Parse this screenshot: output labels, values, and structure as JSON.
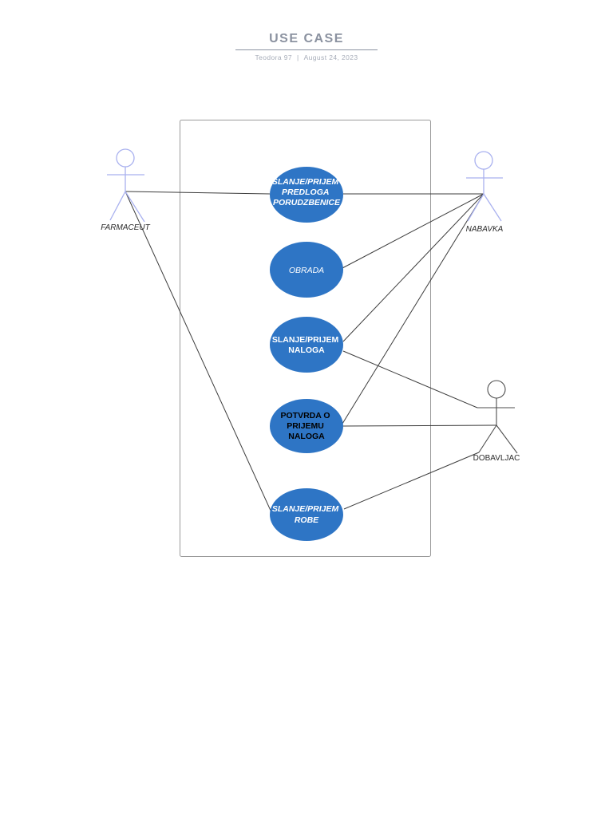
{
  "header": {
    "title": "USE CASE",
    "author": "Teodora 97",
    "separator": "|",
    "date": "August 24, 2023"
  },
  "diagram": {
    "actors": [
      {
        "id": "farmaceut",
        "label": "FARMACEUT"
      },
      {
        "id": "nabavka",
        "label": "NABAVKA"
      },
      {
        "id": "dobavljac",
        "label": "DOBAVLJAC"
      }
    ],
    "usecases": [
      {
        "id": "uc1",
        "lines": [
          "SLANJE/PRIJEM",
          "PREDLOGA",
          "PORUDZBENICE"
        ]
      },
      {
        "id": "uc2",
        "lines": [
          "OBRADA"
        ]
      },
      {
        "id": "uc3",
        "lines": [
          "SLANJE/PRIJEM",
          "NALOGA"
        ]
      },
      {
        "id": "uc4",
        "lines": [
          "POTVRDA O",
          "PRIJEMU",
          "NALOGA"
        ]
      },
      {
        "id": "uc5",
        "lines": [
          "SLANJE/PRIJEM",
          "ROBE"
        ]
      }
    ],
    "associations": [
      {
        "from": "FARMACEUT",
        "to": "SLANJE/PRIJEM PREDLOGA PORUDZBENICE"
      },
      {
        "from": "FARMACEUT",
        "to": "SLANJE/PRIJEM ROBE"
      },
      {
        "from": "NABAVKA",
        "to": "SLANJE/PRIJEM PREDLOGA PORUDZBENICE"
      },
      {
        "from": "NABAVKA",
        "to": "OBRADA"
      },
      {
        "from": "NABAVKA",
        "to": "SLANJE/PRIJEM NALOGA"
      },
      {
        "from": "NABAVKA",
        "to": "POTVRDA O PRIJEMU NALOGA"
      },
      {
        "from": "DOBAVLJAC",
        "to": "SLANJE/PRIJEM NALOGA"
      },
      {
        "from": "DOBAVLJAC",
        "to": "POTVRDA O PRIJEMU NALOGA"
      },
      {
        "from": "DOBAVLJAC",
        "to": "SLANJE/PRIJEM ROBE"
      }
    ]
  },
  "colors": {
    "ellipse-fill": "#2e75c5",
    "actor-light": "#a9b1ef",
    "actor-dark": "#4d4d4d",
    "connector": "#3c3c3c",
    "boundary": "#9b9b9b",
    "title-gray": "#8b92a0",
    "rule-gray": "#8b92a0",
    "subtitle-gray": "#a7adb9",
    "label-dark": "#2b2b2b",
    "uc-text-light": "#ffffff",
    "uc-text-dark": "#000000"
  }
}
